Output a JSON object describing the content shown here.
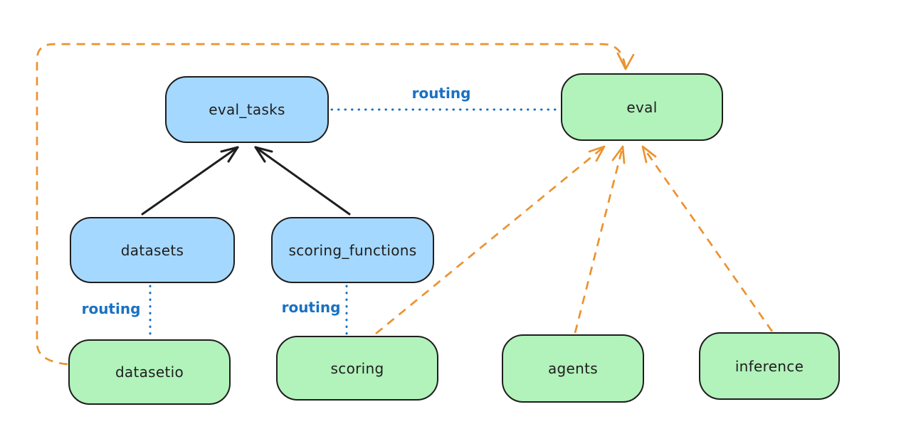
{
  "diagram": {
    "title": "",
    "background_color": "#ffffff",
    "colors": {
      "registry_fill": "#a5d8ff",
      "provider_fill": "#b2f2bb",
      "node_stroke": "#1e1e1e",
      "node_text": "#1e1e1e",
      "routing_line": "#1971c2",
      "dependency_line": "#ea932f"
    },
    "nodes": [
      {
        "id": "eval_tasks",
        "label": "eval_tasks",
        "fill": "#a5d8ff"
      },
      {
        "id": "eval",
        "label": "eval",
        "fill": "#b2f2bb"
      },
      {
        "id": "datasets",
        "label": "datasets",
        "fill": "#a5d8ff"
      },
      {
        "id": "scoring_functions",
        "label": "scoring_functions",
        "fill": "#a5d8ff"
      },
      {
        "id": "datasetio",
        "label": "datasetio",
        "fill": "#b2f2bb"
      },
      {
        "id": "scoring",
        "label": "scoring",
        "fill": "#b2f2bb"
      },
      {
        "id": "agents",
        "label": "agents",
        "fill": "#b2f2bb"
      },
      {
        "id": "inference",
        "label": "inference",
        "fill": "#b2f2bb"
      }
    ],
    "edges": [
      {
        "from": "datasets",
        "to": "eval_tasks",
        "style": "solid-arrow",
        "color": "#1e1e1e",
        "label": ""
      },
      {
        "from": "scoring_functions",
        "to": "eval_tasks",
        "style": "solid-arrow",
        "color": "#1e1e1e",
        "label": ""
      },
      {
        "from": "eval_tasks",
        "to": "eval",
        "style": "dotted-line",
        "color": "#1971c2",
        "label": "routing"
      },
      {
        "from": "datasets",
        "to": "datasetio",
        "style": "dotted-line",
        "color": "#1971c2",
        "label": "routing"
      },
      {
        "from": "scoring_functions",
        "to": "scoring",
        "style": "dotted-line",
        "color": "#1971c2",
        "label": "routing"
      },
      {
        "from": "datasetio",
        "to": "eval",
        "style": "dashed-arrow",
        "color": "#ea932f",
        "label": ""
      },
      {
        "from": "scoring",
        "to": "eval",
        "style": "dashed-arrow",
        "color": "#ea932f",
        "label": ""
      },
      {
        "from": "agents",
        "to": "eval",
        "style": "dashed-arrow",
        "color": "#ea932f",
        "label": ""
      },
      {
        "from": "inference",
        "to": "eval",
        "style": "dashed-arrow",
        "color": "#ea932f",
        "label": ""
      }
    ]
  }
}
